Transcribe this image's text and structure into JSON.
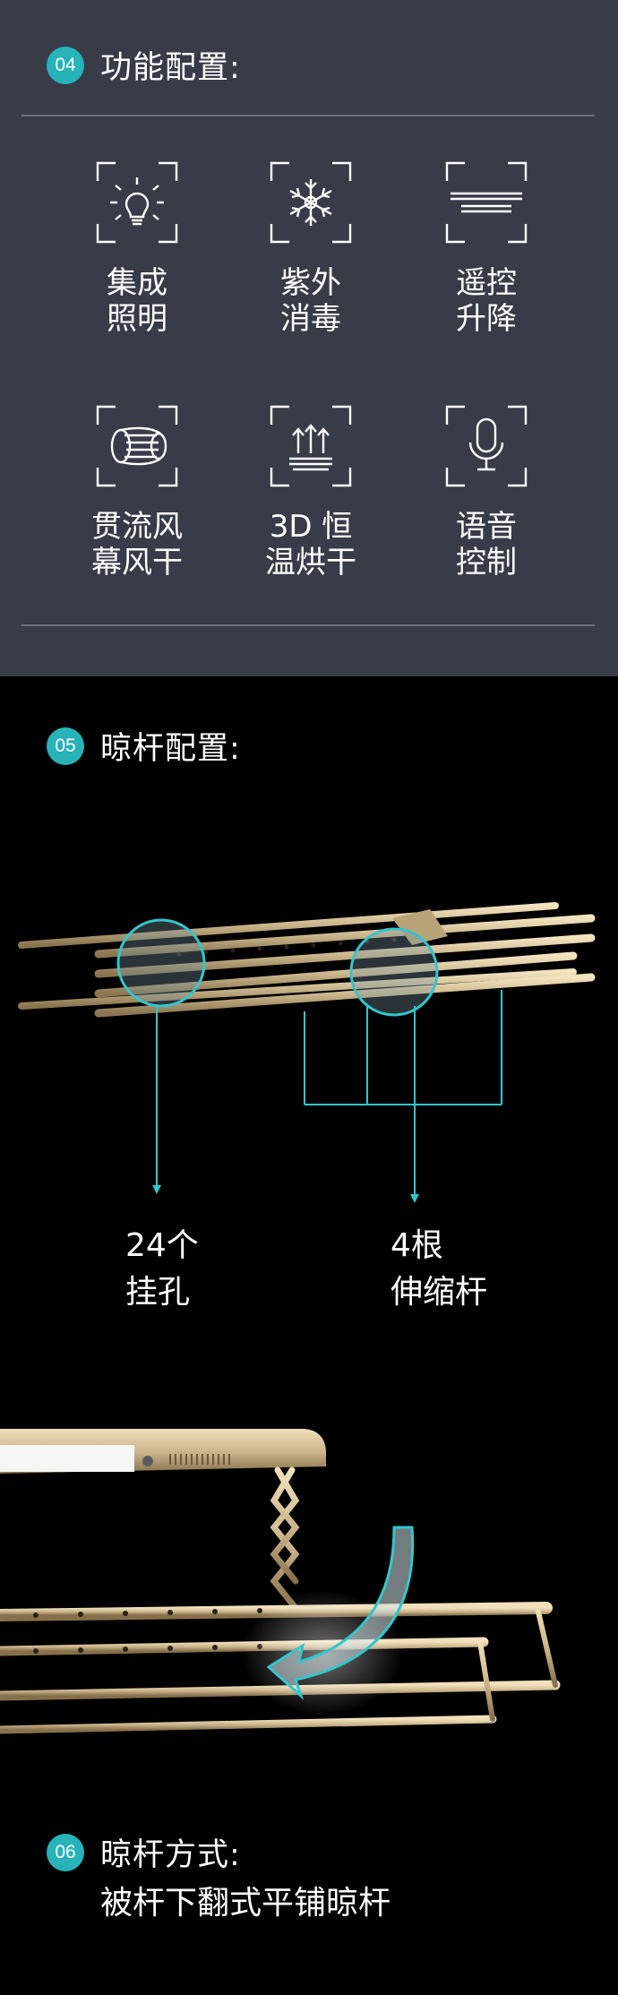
{
  "section04": {
    "number": "04",
    "title": "功能配置:",
    "features": [
      {
        "icon": "bulb-icon",
        "line1": "集成",
        "line2": "照明"
      },
      {
        "icon": "snowflake-icon",
        "line1": "紫外",
        "line2": "消毒"
      },
      {
        "icon": "lift-bars-icon",
        "line1": "遥控",
        "line2": "升降"
      },
      {
        "icon": "airflow-icon",
        "line1": "贯流风",
        "line2": "幕风干"
      },
      {
        "icon": "heat-icon",
        "line1": "3D 恒",
        "line2": "温烘干"
      },
      {
        "icon": "microphone-icon",
        "line1": "语音",
        "line2": "控制"
      }
    ]
  },
  "section05": {
    "number": "05",
    "title": "晾杆配置:",
    "callout_left": {
      "line1": "24个",
      "line2": "挂孔"
    },
    "callout_right": {
      "line1": "4根",
      "line2": "伸缩杆"
    }
  },
  "section06": {
    "number": "06",
    "title": "晾杆方式:",
    "subtitle": "被杆下翻式平铺晾杆"
  },
  "colors": {
    "panel": "#373c48",
    "accent": "#27b3b8",
    "gold": "#c9b48a"
  }
}
